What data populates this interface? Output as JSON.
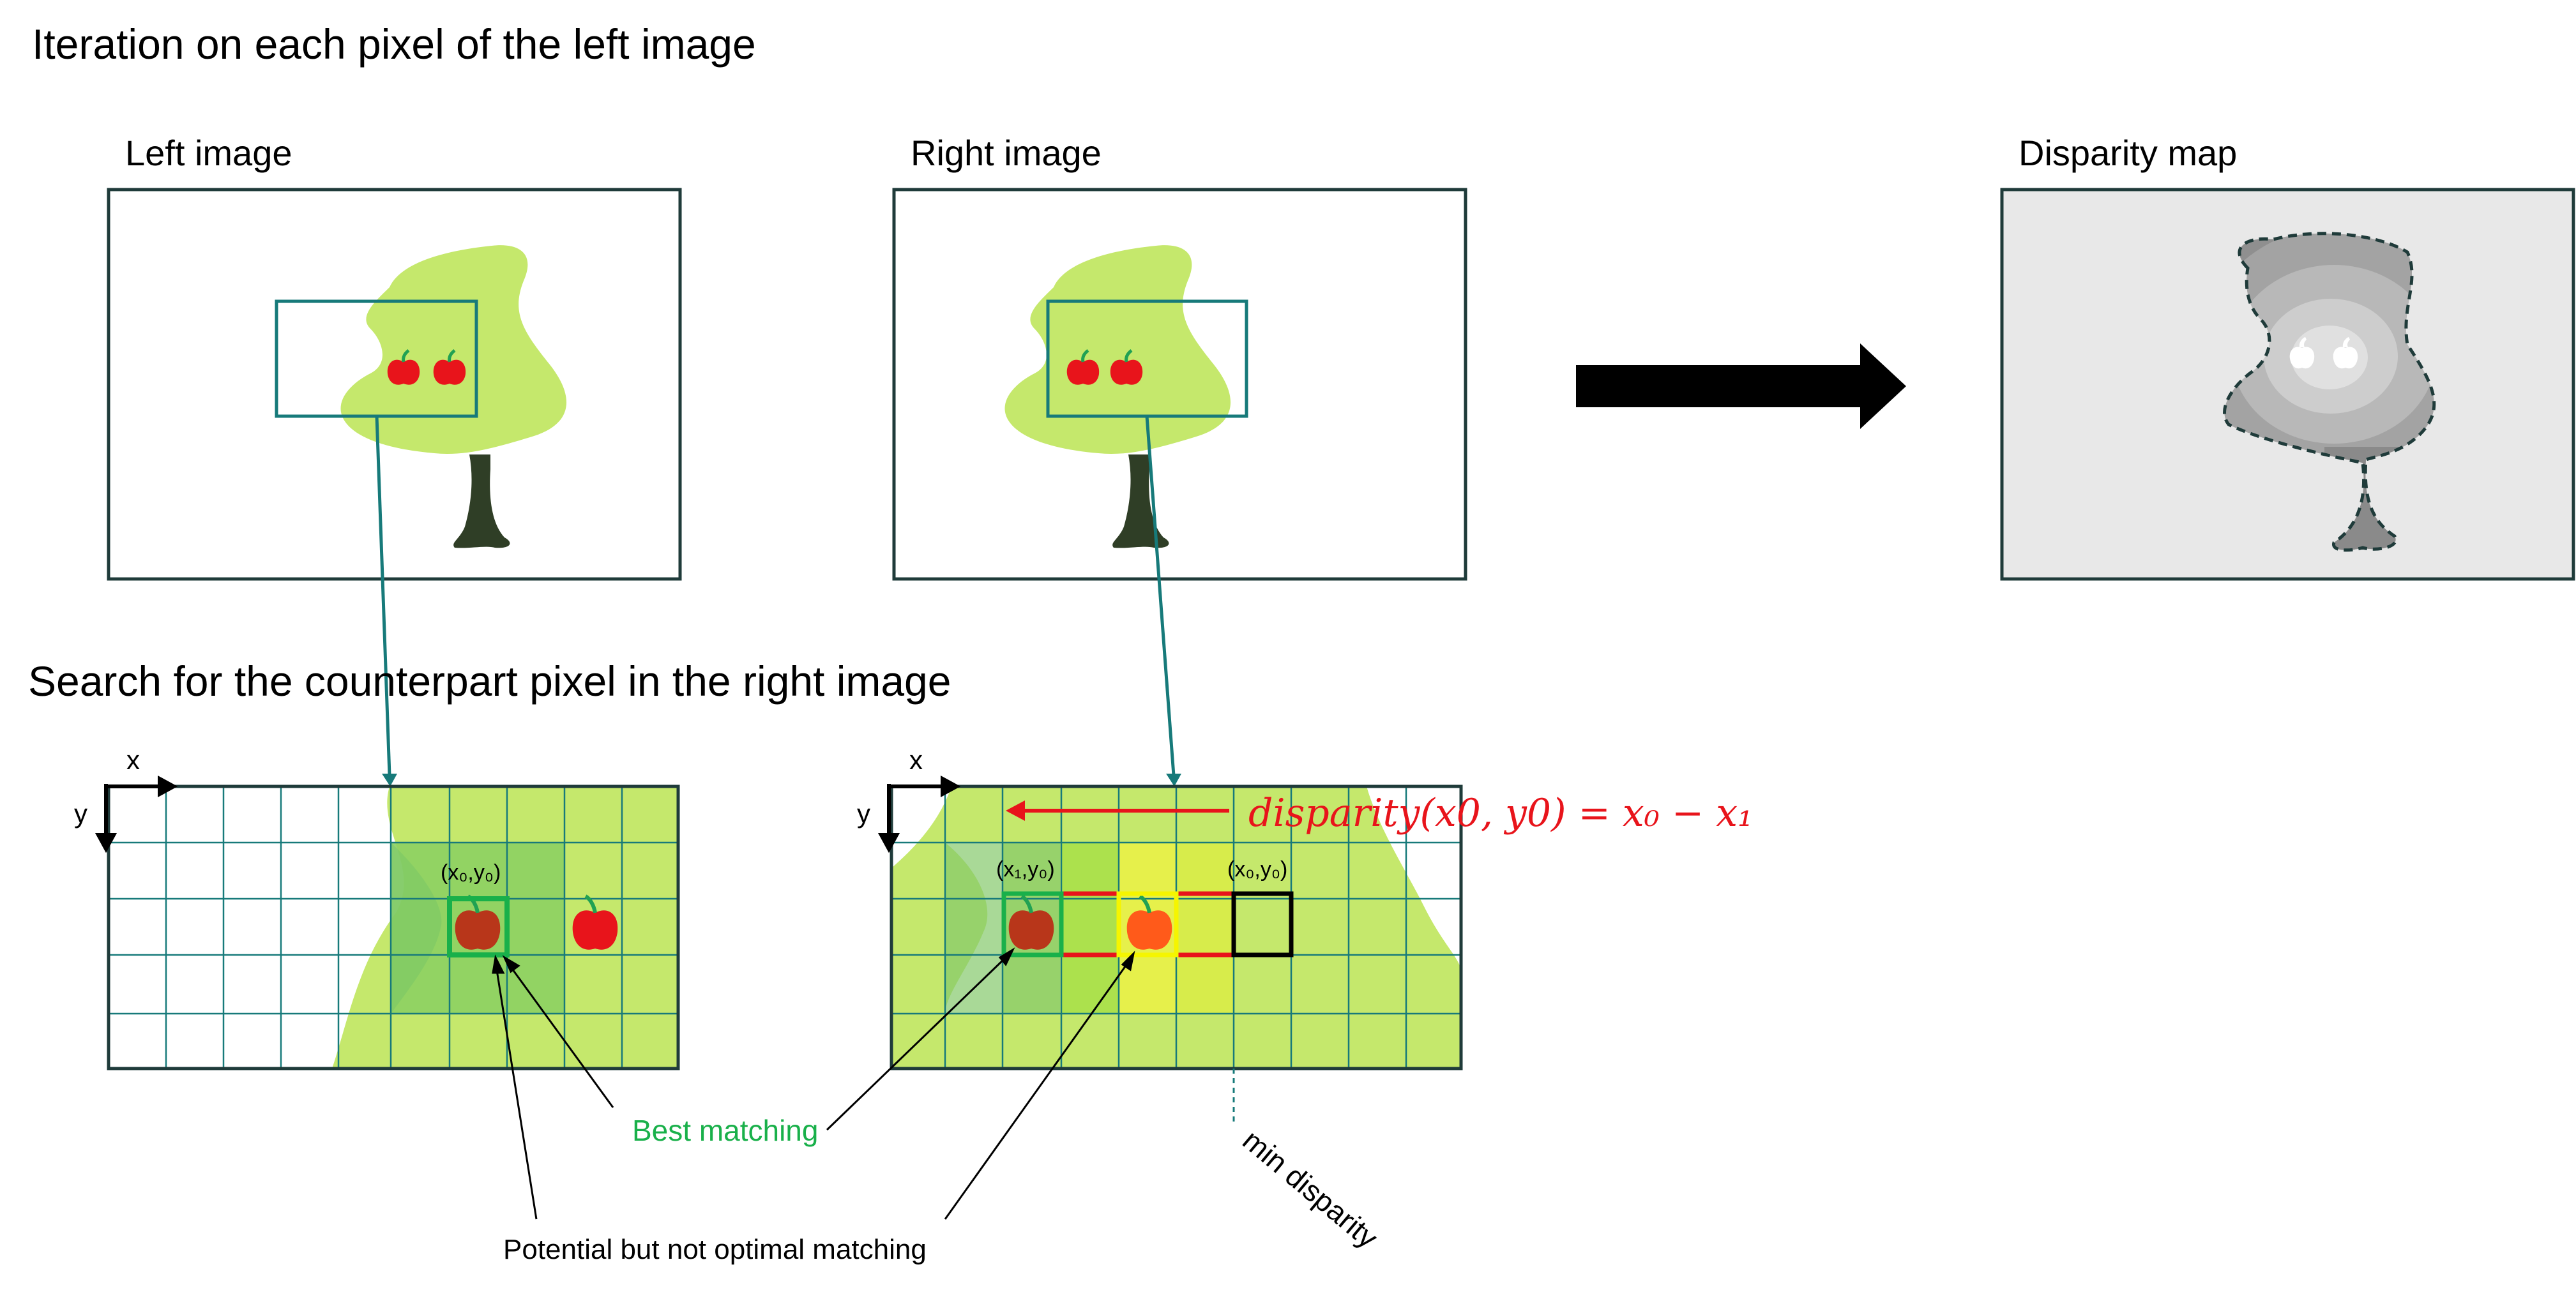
{
  "headings": {
    "iteration": "Iteration on each pixel of the left image",
    "search": "Search for the counterpart pixel in the right image"
  },
  "panels": {
    "left_image": "Left image",
    "right_image": "Right image",
    "disparity_map": "Disparity map"
  },
  "axes": {
    "x": "x",
    "y": "y"
  },
  "coords": {
    "left_x0y0": "(x₀,y₀)",
    "right_x1y0": "(x₁,y₀)",
    "right_x0y0": "(x₀,y₀)"
  },
  "formula": "disparity(x0, y0) = x₀ − x₁",
  "annotations": {
    "best_matching": "Best matching",
    "potential": "Potential but not optimal matching",
    "min_disparity": "min disparity"
  },
  "colors": {
    "frame": "#1f3b3a",
    "teal": "#177a7a",
    "leaf": "#c5e86c",
    "leaf_dark": "#96d461",
    "trunk": "#2f3e26",
    "apple": "#e8141b",
    "best_box": "#19b04a",
    "candidate_box": "#e8141b",
    "yellow_box": "#f5f500",
    "disparity_bg": "#e8e8e8"
  }
}
